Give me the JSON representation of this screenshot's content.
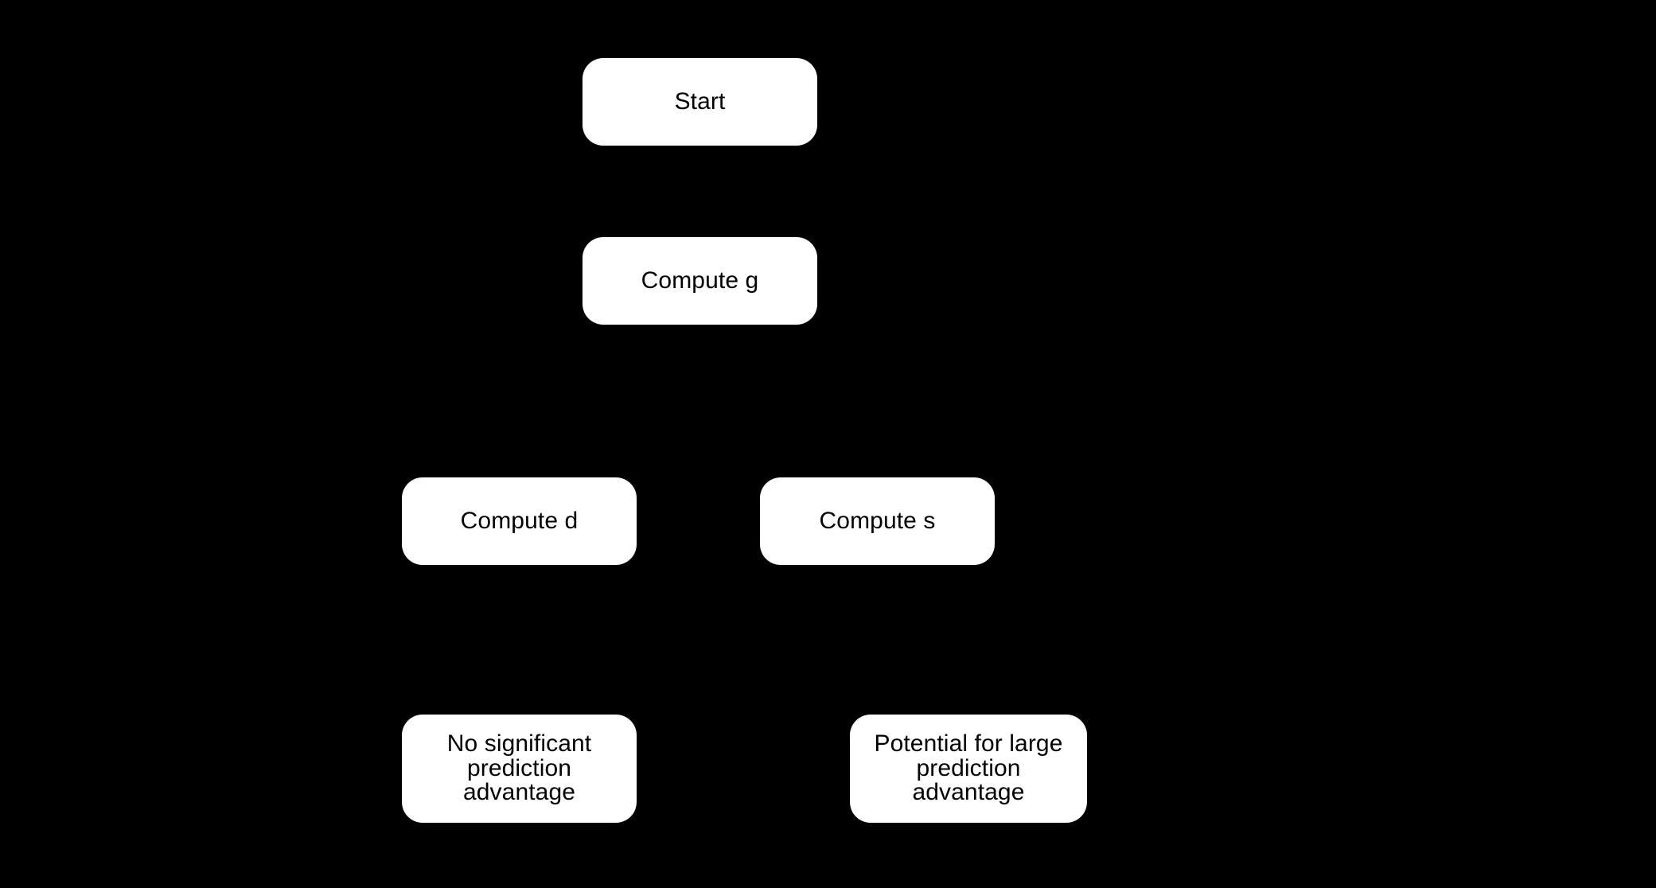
{
  "diagram": {
    "background_color": "#000000",
    "node_fill_color": "#ffffff",
    "node_text_color": "#000000",
    "edge_color": "#000000",
    "nodes": [
      {
        "id": "start",
        "label": "Start"
      },
      {
        "id": "compute_g",
        "label": "Compute g"
      },
      {
        "id": "compute_d",
        "label": "Compute d"
      },
      {
        "id": "compute_s",
        "label": "Compute s"
      },
      {
        "id": "no_advantage",
        "label": "No significant\nprediction\nadvantage"
      },
      {
        "id": "large_advantage",
        "label": "Potential for large\nprediction\nadvantage"
      }
    ],
    "edges": [
      {
        "from": "start",
        "to": "compute_g",
        "label": ""
      },
      {
        "from": "compute_g",
        "to": "compute_d",
        "label": ""
      },
      {
        "from": "compute_g",
        "to": "compute_s",
        "label": ""
      },
      {
        "from": "compute_d",
        "to": "no_advantage",
        "label": ""
      },
      {
        "from": "compute_s",
        "to": "large_advantage",
        "label": ""
      }
    ]
  }
}
